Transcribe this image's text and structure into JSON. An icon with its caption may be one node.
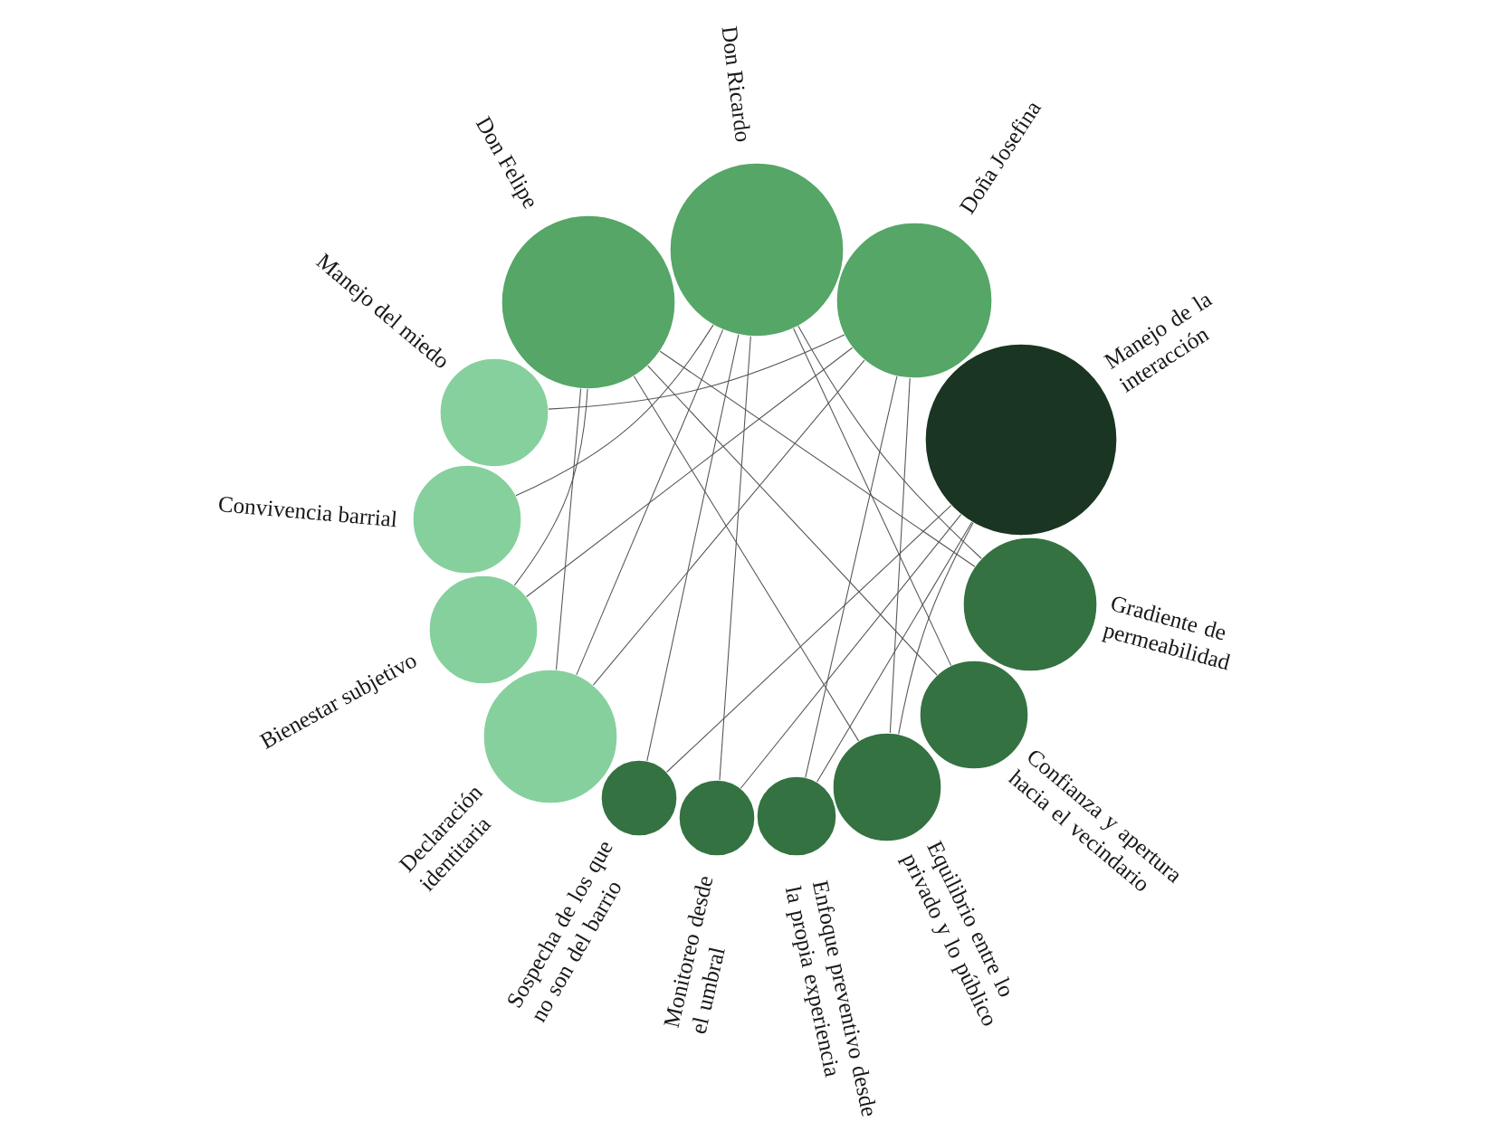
{
  "diagram": {
    "nodes": [
      {
        "text": [
          "Don Felipe"
        ]
      },
      {
        "text": [
          "Don Ricardo"
        ]
      },
      {
        "text": [
          "Doña Josefina"
        ]
      },
      {
        "text": [
          "Manejo de la interacción"
        ]
      },
      {
        "text": [
          "Gradiente de permeabilidad"
        ]
      },
      {
        "text": [
          "Confianza y apertura hacia el vecindario"
        ]
      },
      {
        "text": [
          "Equilibrio entre lo privado y lo público"
        ]
      },
      {
        "text": [
          "Enfoque preventivo desde la propia experiencia"
        ]
      },
      {
        "text": [
          "Monitoreo desde el umbral"
        ]
      },
      {
        "text": [
          "Sospecha de los que no son del barrio"
        ]
      },
      {
        "text": [
          "Declaración identitaria"
        ]
      },
      {
        "text": [
          "Bienestar subjetivo"
        ]
      },
      {
        "text": [
          "Convivencia barrial"
        ]
      },
      {
        "text": [
          "Manejo del miedo"
        ]
      }
    ],
    "edges": [
      {
        "from": 13,
        "to": 2,
        "arrow": "none"
      },
      {
        "from": 0,
        "to": 11,
        "arrow": "none"
      },
      {
        "from": 1,
        "to": 12,
        "arrow": "none"
      },
      {
        "from": 0,
        "to": 10,
        "arrow": "none"
      },
      {
        "from": 1,
        "to": 10,
        "arrow": "none"
      },
      {
        "from": 2,
        "to": 10,
        "arrow": "none"
      },
      {
        "from": 2,
        "to": 11,
        "arrow": "none"
      },
      {
        "from": 1,
        "to": 9,
        "arrow": "none"
      },
      {
        "from": 3,
        "to": 9,
        "arrow": "none"
      },
      {
        "from": 1,
        "to": 8,
        "arrow": "none"
      },
      {
        "from": 3,
        "to": 8,
        "arrow": "none"
      },
      {
        "from": 2,
        "to": 7,
        "arrow": "none"
      },
      {
        "from": 3,
        "to": 7,
        "arrow": "none"
      },
      {
        "from": 2,
        "to": 6,
        "arrow": "none"
      },
      {
        "from": 0,
        "to": 6,
        "arrow": "none"
      },
      {
        "from": 3,
        "to": 6,
        "arrow": "none"
      },
      {
        "from": 0,
        "to": 4,
        "arrow": "none"
      },
      {
        "from": 1,
        "to": 4,
        "arrow": "none"
      },
      {
        "from": 1,
        "to": 5,
        "arrow": "none"
      },
      {
        "from": 0,
        "to": 5,
        "arrow": "none"
      }
    ]
  }
}
